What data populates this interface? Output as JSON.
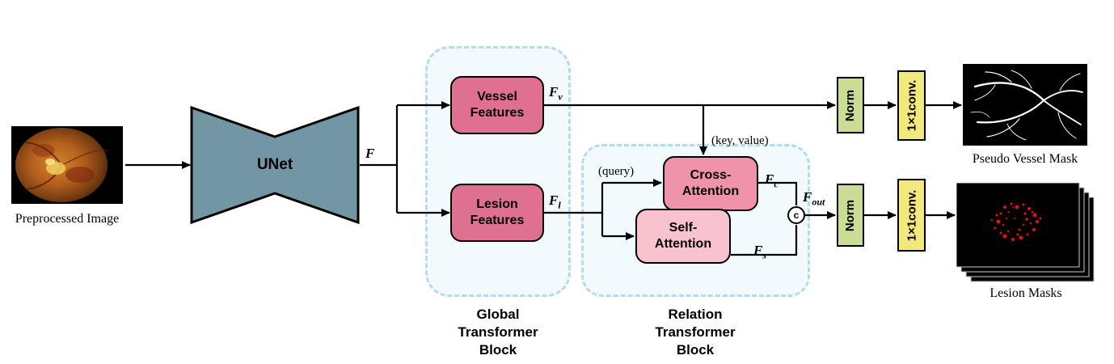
{
  "captions": {
    "preprocessed_image": "Preprocessed Image",
    "pseudo_vessel_mask": "Pseudo Vessel Mask",
    "lesion_masks": "Lesion Masks"
  },
  "unet": {
    "label": "UNet"
  },
  "global_block": {
    "title": "Global Transformer Block",
    "vessel_features": "Vessel Features",
    "lesion_features": "Lesion Features"
  },
  "relation_block": {
    "title": "Relation Transformer Block",
    "cross_attention": "Cross-Attention",
    "self_attention": "Self-Attention",
    "key_value_annotation": "(key, value)",
    "query_annotation": "(query)"
  },
  "feature_labels": {
    "f": {
      "main": "F",
      "sub": ""
    },
    "fv": {
      "main": "F",
      "sub": "v"
    },
    "fl": {
      "main": "F",
      "sub": "l"
    },
    "fc": {
      "main": "F",
      "sub": "c"
    },
    "fs": {
      "main": "F",
      "sub": "s"
    },
    "fout": {
      "main": "F",
      "sub": "out"
    }
  },
  "ops": {
    "norm": "Norm",
    "conv": "1×1conv.",
    "concat": "c"
  },
  "colors": {
    "unet_fill": "#7396a5",
    "feature_box": "#e07091",
    "cross_attention_box": "#ef93ab",
    "self_attention_box": "#f8c3ce",
    "norm_box": "#cbdd94",
    "conv_box": "#f2e87e",
    "dashed_block_border": "#b5dcec",
    "dashed_block_fill": "#f3fafd",
    "arrow": "#000000",
    "lesion_red": "#e31212",
    "vessel_white": "#ffffff"
  }
}
